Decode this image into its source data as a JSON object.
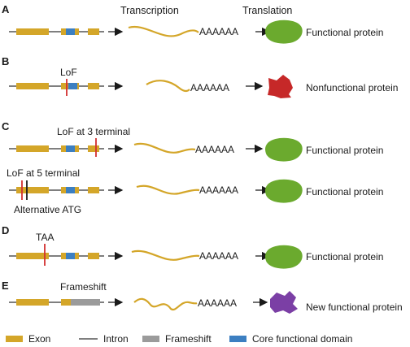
{
  "headers": {
    "transcription": "Transcription",
    "translation": "Translation"
  },
  "colors": {
    "exon": "#D4A629",
    "intron": "#333333",
    "frameshift": "#9B9B9B",
    "core_domain": "#3C7FC1",
    "lof_marker": "#D32F2F",
    "functional_protein": "#6BAA2E",
    "nonfunctional_protein": "#C62828",
    "new_protein": "#7B3FA5",
    "mrna": "#D4A629"
  },
  "polya": "AAAAAA",
  "panels": [
    {
      "letter": "A",
      "mutation_label": "",
      "outcome": "Functional protein"
    },
    {
      "letter": "B",
      "mutation_label": "LoF",
      "outcome": "Nonfunctional protein"
    },
    {
      "letter": "C",
      "mutation_label": "LoF at 3 terminal",
      "outcome": "Functional protein",
      "second": {
        "mutation_label": "LoF at 5 terminal",
        "sub_label": "Alternative ATG",
        "outcome": "Functional protein"
      }
    },
    {
      "letter": "D",
      "mutation_label": "TAA",
      "outcome": "Functional protein"
    },
    {
      "letter": "E",
      "mutation_label": "Frameshift",
      "outcome": "New functional protein"
    }
  ],
  "legend": {
    "exon": "Exon",
    "intron": "Intron",
    "frameshift": "Frameshift",
    "core_domain": "Core functional domain"
  }
}
